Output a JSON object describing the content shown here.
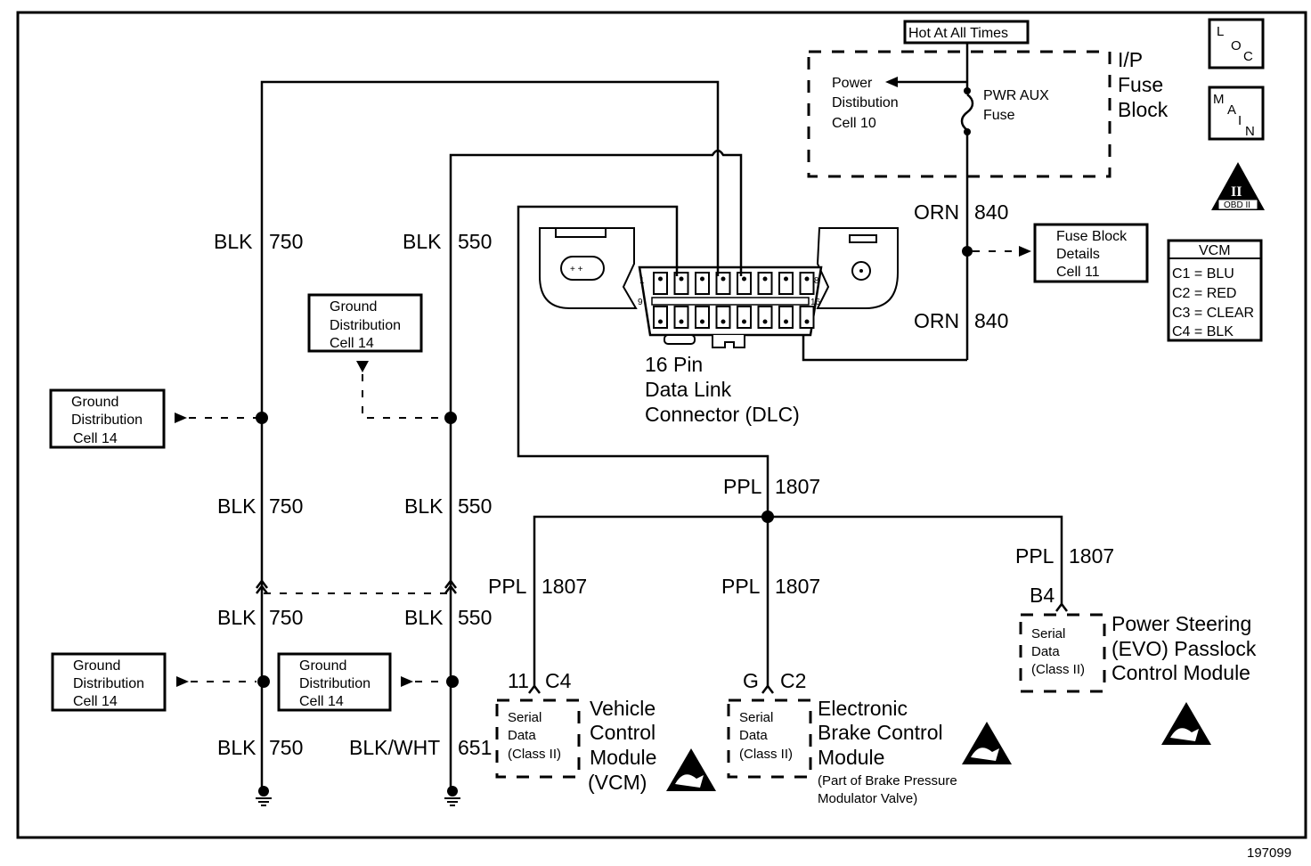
{
  "figure_id": "197099",
  "power_source": {
    "hot_label": "Hot At All Times",
    "fuse_block_title": [
      "I/P",
      "Fuse",
      "Block"
    ],
    "power_distribution_ref": [
      "Power",
      "Distibution",
      "Cell 10"
    ],
    "fuse_label": [
      "PWR AUX",
      "Fuse"
    ]
  },
  "legend_icons": {
    "loc": [
      "L",
      "O",
      "C"
    ],
    "main": [
      "M",
      "A",
      "I",
      "N"
    ],
    "obd": {
      "numeral": "II",
      "label": "OBD II"
    }
  },
  "vcm_connector_legend": {
    "title": "VCM",
    "rows": [
      "C1 = BLU",
      "C2 = RED",
      "C3 = CLEAR",
      "C4 = BLK"
    ]
  },
  "fuse_block_details_ref": [
    "Fuse Block",
    "Details",
    "Cell 11"
  ],
  "dlc": {
    "title": [
      "16 Pin",
      "Data Link",
      "Connector (DLC)"
    ],
    "pin_labels": {
      "p1": "1",
      "p8": "8",
      "p9": "9",
      "p16": "16"
    }
  },
  "wires": {
    "orn_upper": {
      "color": "ORN",
      "circuit": "840"
    },
    "orn_lower": {
      "color": "ORN",
      "circuit": "840"
    },
    "blk750_a": {
      "color": "BLK",
      "circuit": "750"
    },
    "blk750_b": {
      "color": "BLK",
      "circuit": "750"
    },
    "blk750_c": {
      "color": "BLK",
      "circuit": "750"
    },
    "blk750_d": {
      "color": "BLK",
      "circuit": "750"
    },
    "blk550_a": {
      "color": "BLK",
      "circuit": "550"
    },
    "blk550_b": {
      "color": "BLK",
      "circuit": "550"
    },
    "blk550_c": {
      "color": "BLK",
      "circuit": "550"
    },
    "blkwht651": {
      "color": "BLK/WHT",
      "circuit": "651"
    },
    "ppl_main": {
      "color": "PPL",
      "circuit": "1807"
    },
    "ppl_vcm": {
      "color": "PPL",
      "circuit": "1807"
    },
    "ppl_ebcm": {
      "color": "PPL",
      "circuit": "1807"
    },
    "ppl_psm": {
      "color": "PPL",
      "circuit": "1807"
    }
  },
  "ground_refs": [
    [
      "Ground",
      "Distribution",
      "Cell 14"
    ],
    [
      "Ground",
      "Distribution",
      "Cell 14"
    ],
    [
      "Ground",
      "Distribution",
      "Cell 14"
    ],
    [
      "Ground",
      "Distribution",
      "Cell 14"
    ]
  ],
  "modules": {
    "vcm": {
      "pin": "11",
      "connector": "C4",
      "inner": [
        "Serial",
        "Data",
        "(Class II)"
      ],
      "name": [
        "Vehicle",
        "Control",
        "Module",
        "(VCM)"
      ]
    },
    "ebcm": {
      "pin": "G",
      "connector": "C2",
      "inner": [
        "Serial",
        "Data",
        "(Class II)"
      ],
      "name": [
        "Electronic",
        "Brake Control",
        "Module"
      ],
      "note": [
        "(Part of Brake Pressure",
        "Modulator Valve)"
      ]
    },
    "psm": {
      "pin": "B4",
      "inner": [
        "Serial",
        "Data",
        "(Class II)"
      ],
      "name": [
        "Power Steering",
        "(EVO) Passlock",
        "Control Module"
      ]
    }
  }
}
